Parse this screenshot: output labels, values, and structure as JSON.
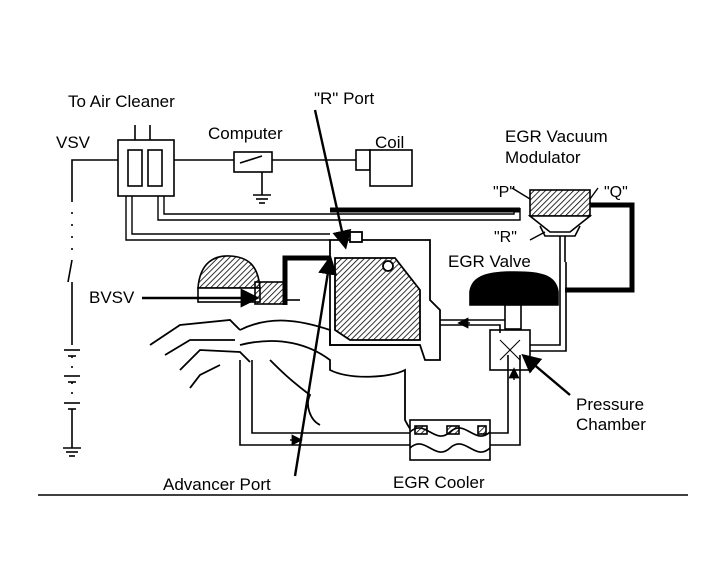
{
  "labels": {
    "to_air_cleaner": "To Air Cleaner",
    "r_port": "\"R\" Port",
    "vsv": "VSV",
    "computer": "Computer",
    "coil": "Coil",
    "egr_vacuum_modulator_line1": "EGR Vacuum",
    "egr_vacuum_modulator_line2": "Modulator",
    "p_port": "\"P\"",
    "q_port": "\"Q\"",
    "r_port_modulator": "\"R\"",
    "egr_valve": "EGR Valve",
    "bvsv": "BVSV",
    "pressure_chamber_line1": "Pressure",
    "pressure_chamber_line2": "Chamber",
    "advancer_port": "Advancer Port",
    "egr_cooler": "EGR Cooler"
  },
  "colors": {
    "ink": "#000000",
    "paper": "#ffffff"
  }
}
